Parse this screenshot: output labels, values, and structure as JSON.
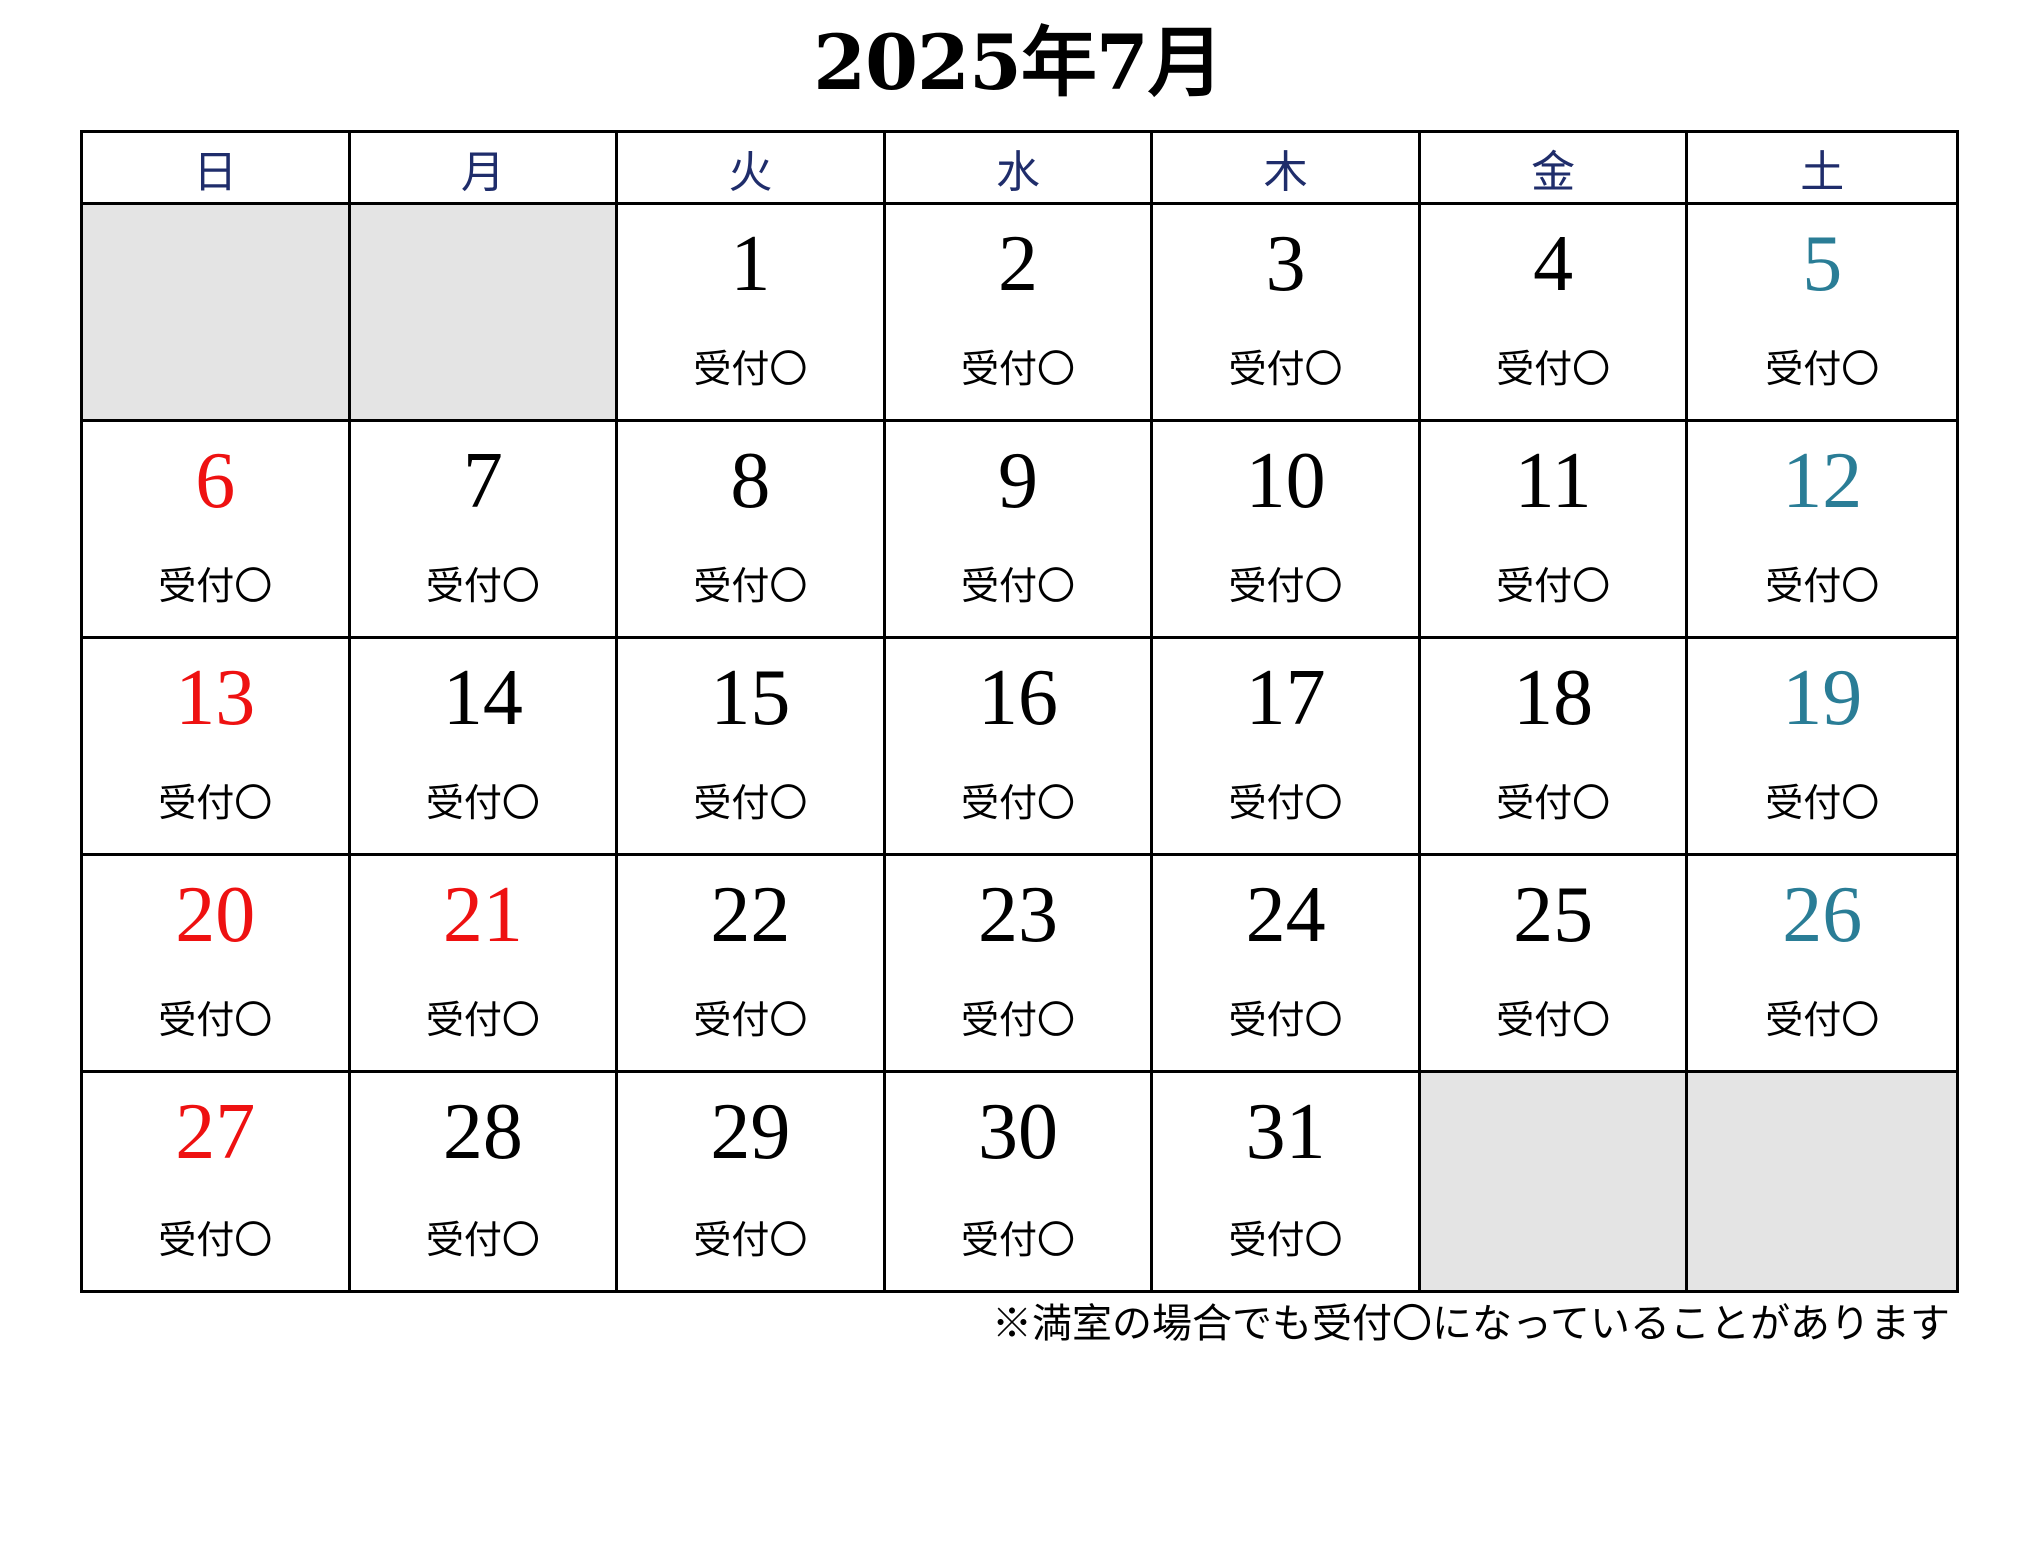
{
  "title": "2025年7月",
  "weekdays": [
    "日",
    "月",
    "火",
    "水",
    "木",
    "金",
    "土"
  ],
  "weeks": [
    [
      {
        "day": "",
        "status": "",
        "type": "empty"
      },
      {
        "day": "",
        "status": "",
        "type": "empty"
      },
      {
        "day": "1",
        "status": "受付〇",
        "type": "weekday"
      },
      {
        "day": "2",
        "status": "受付〇",
        "type": "weekday"
      },
      {
        "day": "3",
        "status": "受付〇",
        "type": "weekday"
      },
      {
        "day": "4",
        "status": "受付〇",
        "type": "weekday"
      },
      {
        "day": "5",
        "status": "受付〇",
        "type": "saturday"
      }
    ],
    [
      {
        "day": "6",
        "status": "受付〇",
        "type": "sunday"
      },
      {
        "day": "7",
        "status": "受付〇",
        "type": "weekday"
      },
      {
        "day": "8",
        "status": "受付〇",
        "type": "weekday"
      },
      {
        "day": "9",
        "status": "受付〇",
        "type": "weekday"
      },
      {
        "day": "10",
        "status": "受付〇",
        "type": "weekday"
      },
      {
        "day": "11",
        "status": "受付〇",
        "type": "weekday"
      },
      {
        "day": "12",
        "status": "受付〇",
        "type": "saturday"
      }
    ],
    [
      {
        "day": "13",
        "status": "受付〇",
        "type": "sunday"
      },
      {
        "day": "14",
        "status": "受付〇",
        "type": "weekday"
      },
      {
        "day": "15",
        "status": "受付〇",
        "type": "weekday"
      },
      {
        "day": "16",
        "status": "受付〇",
        "type": "weekday"
      },
      {
        "day": "17",
        "status": "受付〇",
        "type": "weekday"
      },
      {
        "day": "18",
        "status": "受付〇",
        "type": "weekday"
      },
      {
        "day": "19",
        "status": "受付〇",
        "type": "saturday"
      }
    ],
    [
      {
        "day": "20",
        "status": "受付〇",
        "type": "sunday"
      },
      {
        "day": "21",
        "status": "受付〇",
        "type": "holiday"
      },
      {
        "day": "22",
        "status": "受付〇",
        "type": "weekday"
      },
      {
        "day": "23",
        "status": "受付〇",
        "type": "weekday"
      },
      {
        "day": "24",
        "status": "受付〇",
        "type": "weekday"
      },
      {
        "day": "25",
        "status": "受付〇",
        "type": "weekday"
      },
      {
        "day": "26",
        "status": "受付〇",
        "type": "saturday"
      }
    ],
    [
      {
        "day": "27",
        "status": "受付〇",
        "type": "sunday"
      },
      {
        "day": "28",
        "status": "受付〇",
        "type": "weekday"
      },
      {
        "day": "29",
        "status": "受付〇",
        "type": "weekday"
      },
      {
        "day": "30",
        "status": "受付〇",
        "type": "weekday"
      },
      {
        "day": "31",
        "status": "受付〇",
        "type": "weekday"
      },
      {
        "day": "",
        "status": "",
        "type": "empty"
      },
      {
        "day": "",
        "status": "",
        "type": "empty"
      }
    ]
  ],
  "colors": {
    "weekday_header": "#1f2d6b",
    "sunday_holiday": "#ee1111",
    "saturday": "#2a7d96",
    "empty_cell": "#e4e4e4"
  },
  "note": "※満室の場合でも受付〇になっていることがあります"
}
